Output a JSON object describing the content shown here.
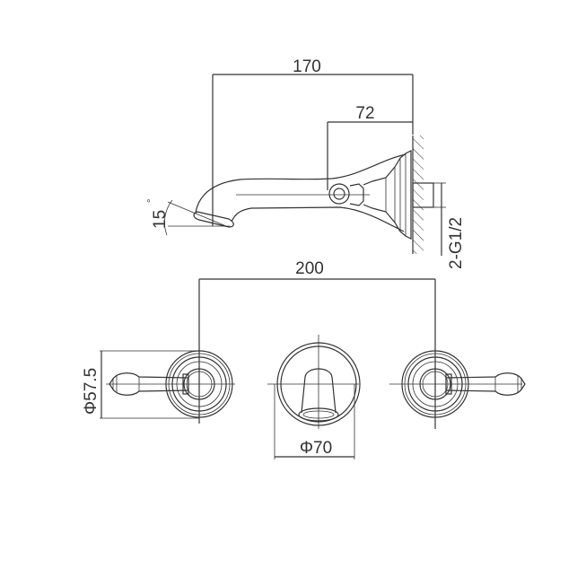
{
  "title": "Wall-mounted three-hole basin mixer dimension drawing",
  "side_view": {
    "spout_projection": "170",
    "valve_depth": "72",
    "spout_angle": "15",
    "degree_symbol": "°",
    "connection": "2-G1/2"
  },
  "front_view": {
    "handle_spacing": "200",
    "handle_escutcheon_diameter": "Φ57.5",
    "spout_escutcheon_diameter": "Φ70"
  },
  "colors": {
    "line": "#333333",
    "background": "#ffffff"
  }
}
